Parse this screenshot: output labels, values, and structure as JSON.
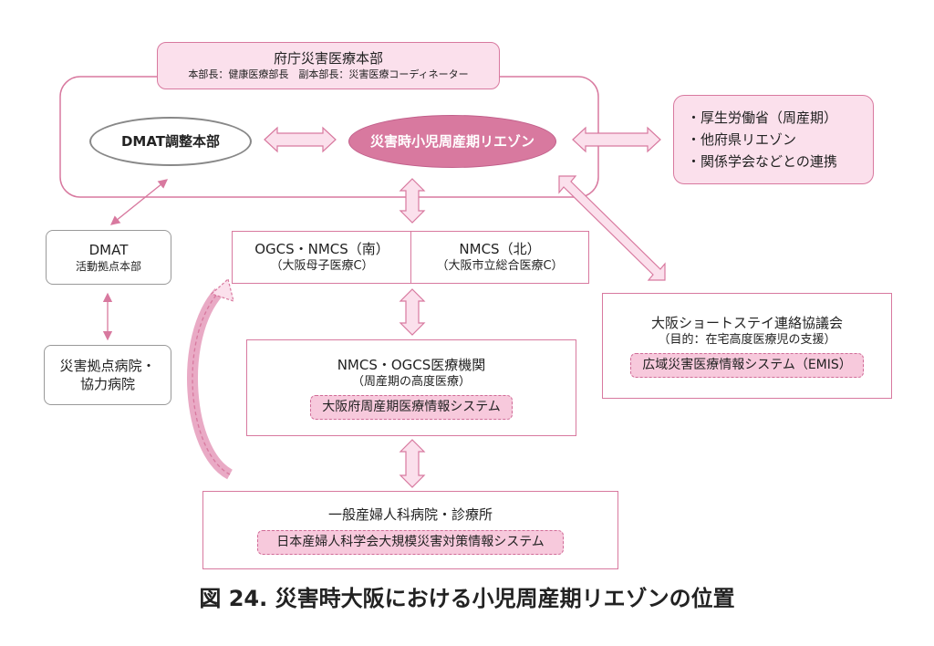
{
  "hq": {
    "title": "府庁災害医療本部",
    "subtitle": "本部長：健康医療部長　副本部長：災害医療コーディネーター"
  },
  "dmat_hq": "DMAT調整本部",
  "liaison": "災害時小児周産期リエゾン",
  "external": [
    "・厚生労働省（周産期）",
    "・他府県リエゾン",
    "・関係学会などとの連携"
  ],
  "dmat_base": {
    "line1": "DMAT",
    "line2": "活動拠点本部"
  },
  "disaster_hosp": {
    "line1": "災害拠点病院・",
    "line2": "協力病院"
  },
  "ogcs_south": {
    "line1": "OGCS・NMCS（南）",
    "line2": "（大阪母子医療C）"
  },
  "nmcs_north": {
    "line1": "NMCS（北）",
    "line2": "（大阪市立総合医療C）"
  },
  "short_stay": {
    "line1": "大阪ショートステイ連絡協議会",
    "line2": "（目的：在宅高度医療児の支援）",
    "system": "広域災害医療情報システム（EMIS）"
  },
  "nmcs_ogcs": {
    "line1": "NMCS・OGCS医療機関",
    "line2": "（周産期の高度医療）",
    "system": "大阪府周産期医療情報システム"
  },
  "general": {
    "line1": "一般産婦人科病院・診療所",
    "system": "日本産婦人科学会大規模災害対策情報システム"
  },
  "caption": "図 24.  災害時大阪における小児周産期リエゾンの位置",
  "colors": {
    "accent": "#d8799f",
    "liaison_fill": "#d8799f",
    "light_pink": "#fbe0ec"
  }
}
